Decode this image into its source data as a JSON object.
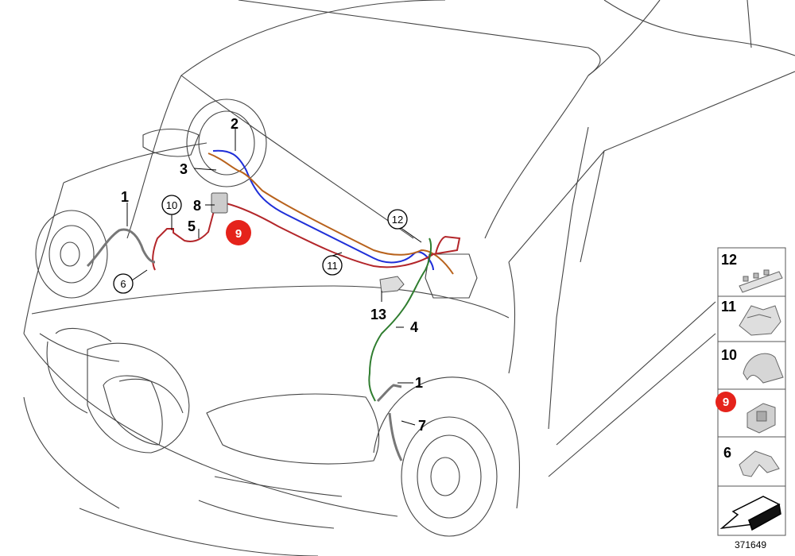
{
  "colors": {
    "highlight": "#e5231b",
    "line_blue": "#1f2fd8",
    "line_brown": "#b8621c",
    "line_red": "#b3262a",
    "line_green": "#2f7d2f",
    "outline": "#444444"
  },
  "callouts": {
    "c1a": "1",
    "c2": "2",
    "c3": "3",
    "c5": "5",
    "c6": "6",
    "c8": "8",
    "c9": "9",
    "c10": "10",
    "c11": "11",
    "c12": "12",
    "c13": "13",
    "c4": "4",
    "c1b": "1",
    "c7": "7"
  },
  "parts_panel": {
    "items": [
      {
        "label": "12"
      },
      {
        "label": "11"
      },
      {
        "label": "10"
      },
      {
        "label": "9"
      },
      {
        "label": "6"
      }
    ]
  },
  "reference_number": "371649"
}
